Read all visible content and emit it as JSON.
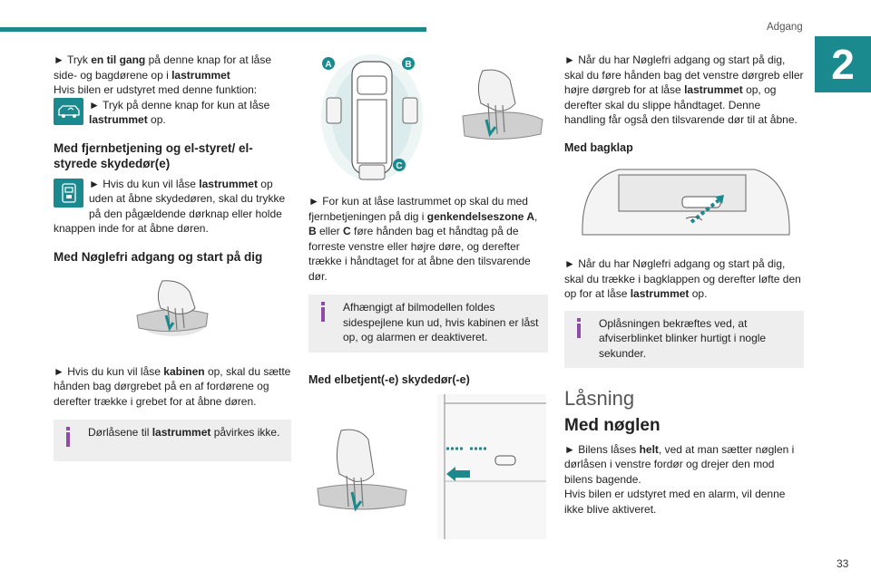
{
  "header": {
    "section": "Adgang",
    "chapter": "2",
    "page": "33"
  },
  "col1": {
    "p1_arrow": "►",
    "p1_a": "Tryk ",
    "p1_b": "en til gang",
    "p1_c": " på denne knap for at låse side- og bagdørene op i ",
    "p1_d": "lastrummet",
    "p2": "Hvis bilen er udstyret med denne funktion:",
    "p3_a": "► Tryk på denne knap for kun at låse ",
    "p3_b": "lastrummet",
    "p3_c": " op.",
    "h1": "Med fjernbetjening og el-styret/ el-styrede skydedør(e)",
    "p4_a": "► Hvis du kun vil låse ",
    "p4_b": "lastrummet",
    "p4_c": " op uden at åbne skydedøren, skal du trykke på den pågældende dørknap eller holde knappen inde for at åbne døren.",
    "h2": "Med Nøglefri adgang og start på dig",
    "p5_a": "► Hvis du kun vil låse ",
    "p5_b": "kabinen",
    "p5_c": " op, skal du sætte hånden bag dørgrebet på en af fordørene og derefter trække i grebet for at åbne døren.",
    "info1_a": "Dørlåsene til ",
    "info1_b": "lastrummet",
    "info1_c": " påvirkes ikke."
  },
  "col2": {
    "label_a": "A",
    "label_b": "B",
    "label_c": "C",
    "p1_a": "► For kun at låse lastrummet op skal du med fjernbetjeningen på dig i ",
    "p1_b": "genkendelseszone A",
    "p1_c": ", ",
    "p1_d": "B",
    "p1_e": " eller ",
    "p1_f": "C",
    "p1_g": " føre hånden bag et håndtag på de forreste venstre eller højre døre, og derefter trække i håndtaget for at åbne den tilsvarende dør.",
    "info_a": "Afhængigt af bilmodellen foldes sidespejlene kun ud, hvis kabinen er låst op, og alarmen er deaktiveret.",
    "h1": "Med elbetjent(-e) skydedør(-e)"
  },
  "col3": {
    "p1_a": "► Når du har Nøglefri adgang og start på dig, skal du føre hånden bag det venstre dørgreb eller højre dørgreb for at låse ",
    "p1_b": "lastrummet",
    "p1_c": " op, og derefter skal du slippe håndtaget. Denne handling får også den tilsvarende dør til at åbne.",
    "h1": "Med bagklap",
    "p2_a": "► Når du har Nøglefri adgang og start på dig, skal du trække i bagklappen og derefter løfte den op for at låse ",
    "p2_b": "lastrummet",
    "p2_c": " op.",
    "info_a": "Oplåsningen bekræftes ved, at afviserblinket blinker hurtigt i nogle sekunder.",
    "h2": "Låsning",
    "h3": "Med nøglen",
    "p3_a": "► Bilens låses ",
    "p3_b": "helt",
    "p3_c": ", ved at man sætter nøglen i dørlåsen i venstre fordør og drejer den mod bilens bagende.",
    "p4": "Hvis bilen er udstyret med en alarm, vil denne ikke blive aktiveret."
  },
  "colors": {
    "accent": "#1a8a8e",
    "info_bar": "#8e4ca8",
    "info_bg": "#eeeeee"
  }
}
